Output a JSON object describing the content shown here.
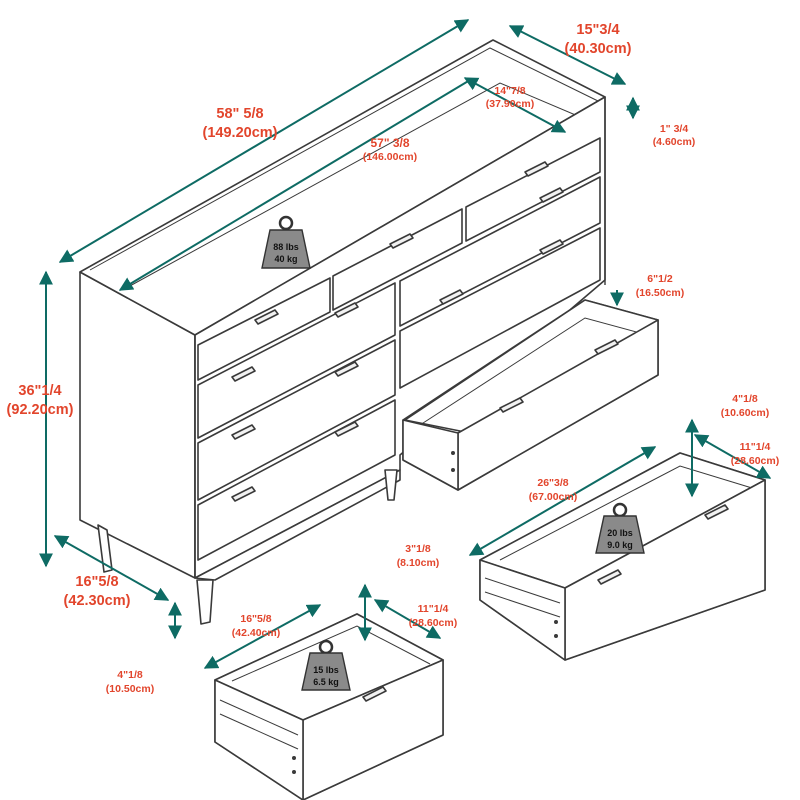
{
  "colors": {
    "dimension_line": "#0e6b64",
    "label": "#e2452c",
    "line_art": "#3a3a3a",
    "weight_icon": "#8a8a8a"
  },
  "icons": [
    "weight-icon"
  ],
  "dresser": {
    "width": {
      "in": "58\" 5/8",
      "cm": "(149.20cm)"
    },
    "inner_width": {
      "in": "57\" 3/8",
      "cm": "(146.00cm)"
    },
    "depth": {
      "in": "15\"3/4",
      "cm": "(40.30cm)"
    },
    "inner_depth": {
      "in": "14\"7/8",
      "cm": "(37.90cm)"
    },
    "top_lip": {
      "in": "1\" 3/4",
      "cm": "(4.60cm)"
    },
    "height": {
      "in": "36\"1/4",
      "cm": "(92.20cm)"
    },
    "side_depth": {
      "in": "16\"5/8",
      "cm": "(42.30cm)"
    },
    "leg_height": {
      "in": "4\"1/8",
      "cm": "(10.50cm)"
    },
    "open_drawer_height": {
      "in": "6\"1/2",
      "cm": "(16.50cm)"
    },
    "weight": {
      "lbs": "88 lbs",
      "kg": "40 kg"
    }
  },
  "large_drawer": {
    "width": {
      "in": "26\"3/8",
      "cm": "(67.00cm)"
    },
    "depth": {
      "in": "11\"1/4",
      "cm": "(28.60cm)"
    },
    "height": {
      "in": "4\"1/8",
      "cm": "(10.60cm)"
    },
    "weight": {
      "lbs": "20 lbs",
      "kg": "9.0 kg"
    }
  },
  "small_drawer": {
    "width": {
      "in": "16\"5/8",
      "cm": "(42.40cm)"
    },
    "depth": {
      "in": "11\"1/4",
      "cm": "(28.60cm)"
    },
    "height": {
      "in": "3\"1/8",
      "cm": "(8.10cm)"
    },
    "weight": {
      "lbs": "15 lbs",
      "kg": "6.5 kg"
    }
  }
}
